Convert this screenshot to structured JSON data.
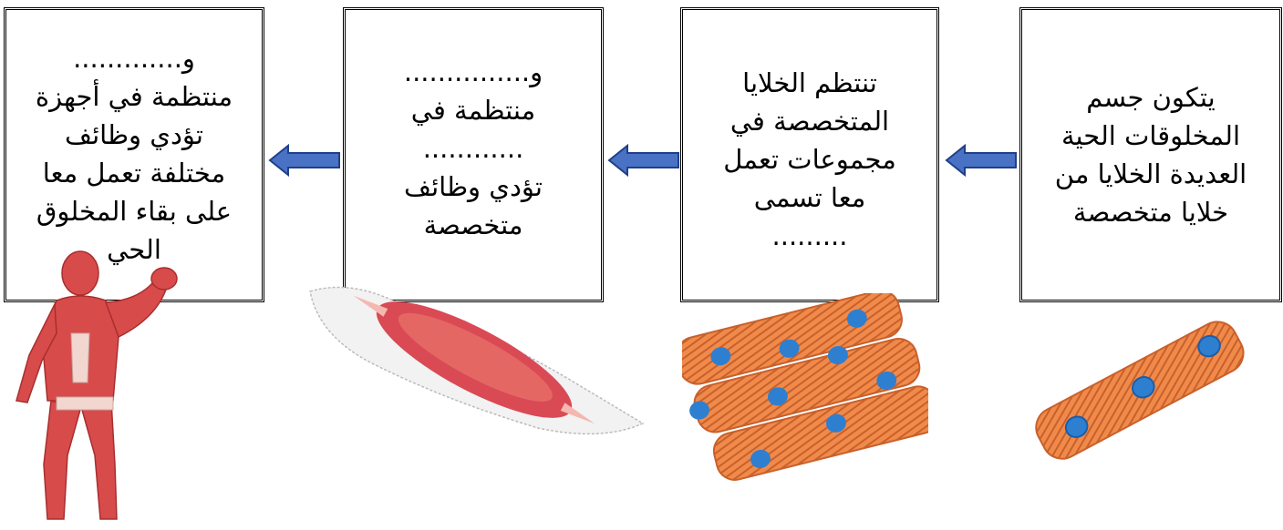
{
  "boxes": [
    {
      "id": "cells",
      "text": "يتكون جسم\nالمخلوقات الحية\nالعديدة الخلايا من\nخلايا متخصصة"
    },
    {
      "id": "tissues",
      "text": "تنتظم الخلايا\nالمتخصصة في\nمجموعات تعمل\nمعا تسمى\n........."
    },
    {
      "id": "organs",
      "text": "و...............\nمنتظمة في\n............\nتؤدي وظائف\nمتخصصة"
    },
    {
      "id": "systems",
      "text": "و.............\nمنتظمة في أجهزة\nتؤدي وظائف\nمختلفة تعمل معا\nعلى بقاء المخلوق\nالحي"
    }
  ],
  "colors": {
    "arrow_fill": "#4a72c4",
    "arrow_stroke": "#1f3f8a",
    "muscle": "#e8736a",
    "cell": "#f08a4b",
    "nucleus": "#2f7fd0"
  },
  "icons": [
    "left-arrow-icon",
    "left-arrow-icon",
    "left-arrow-icon",
    "muscle-cell-icon",
    "muscle-tissue-icon",
    "muscle-organ-icon",
    "muscular-system-icon"
  ]
}
